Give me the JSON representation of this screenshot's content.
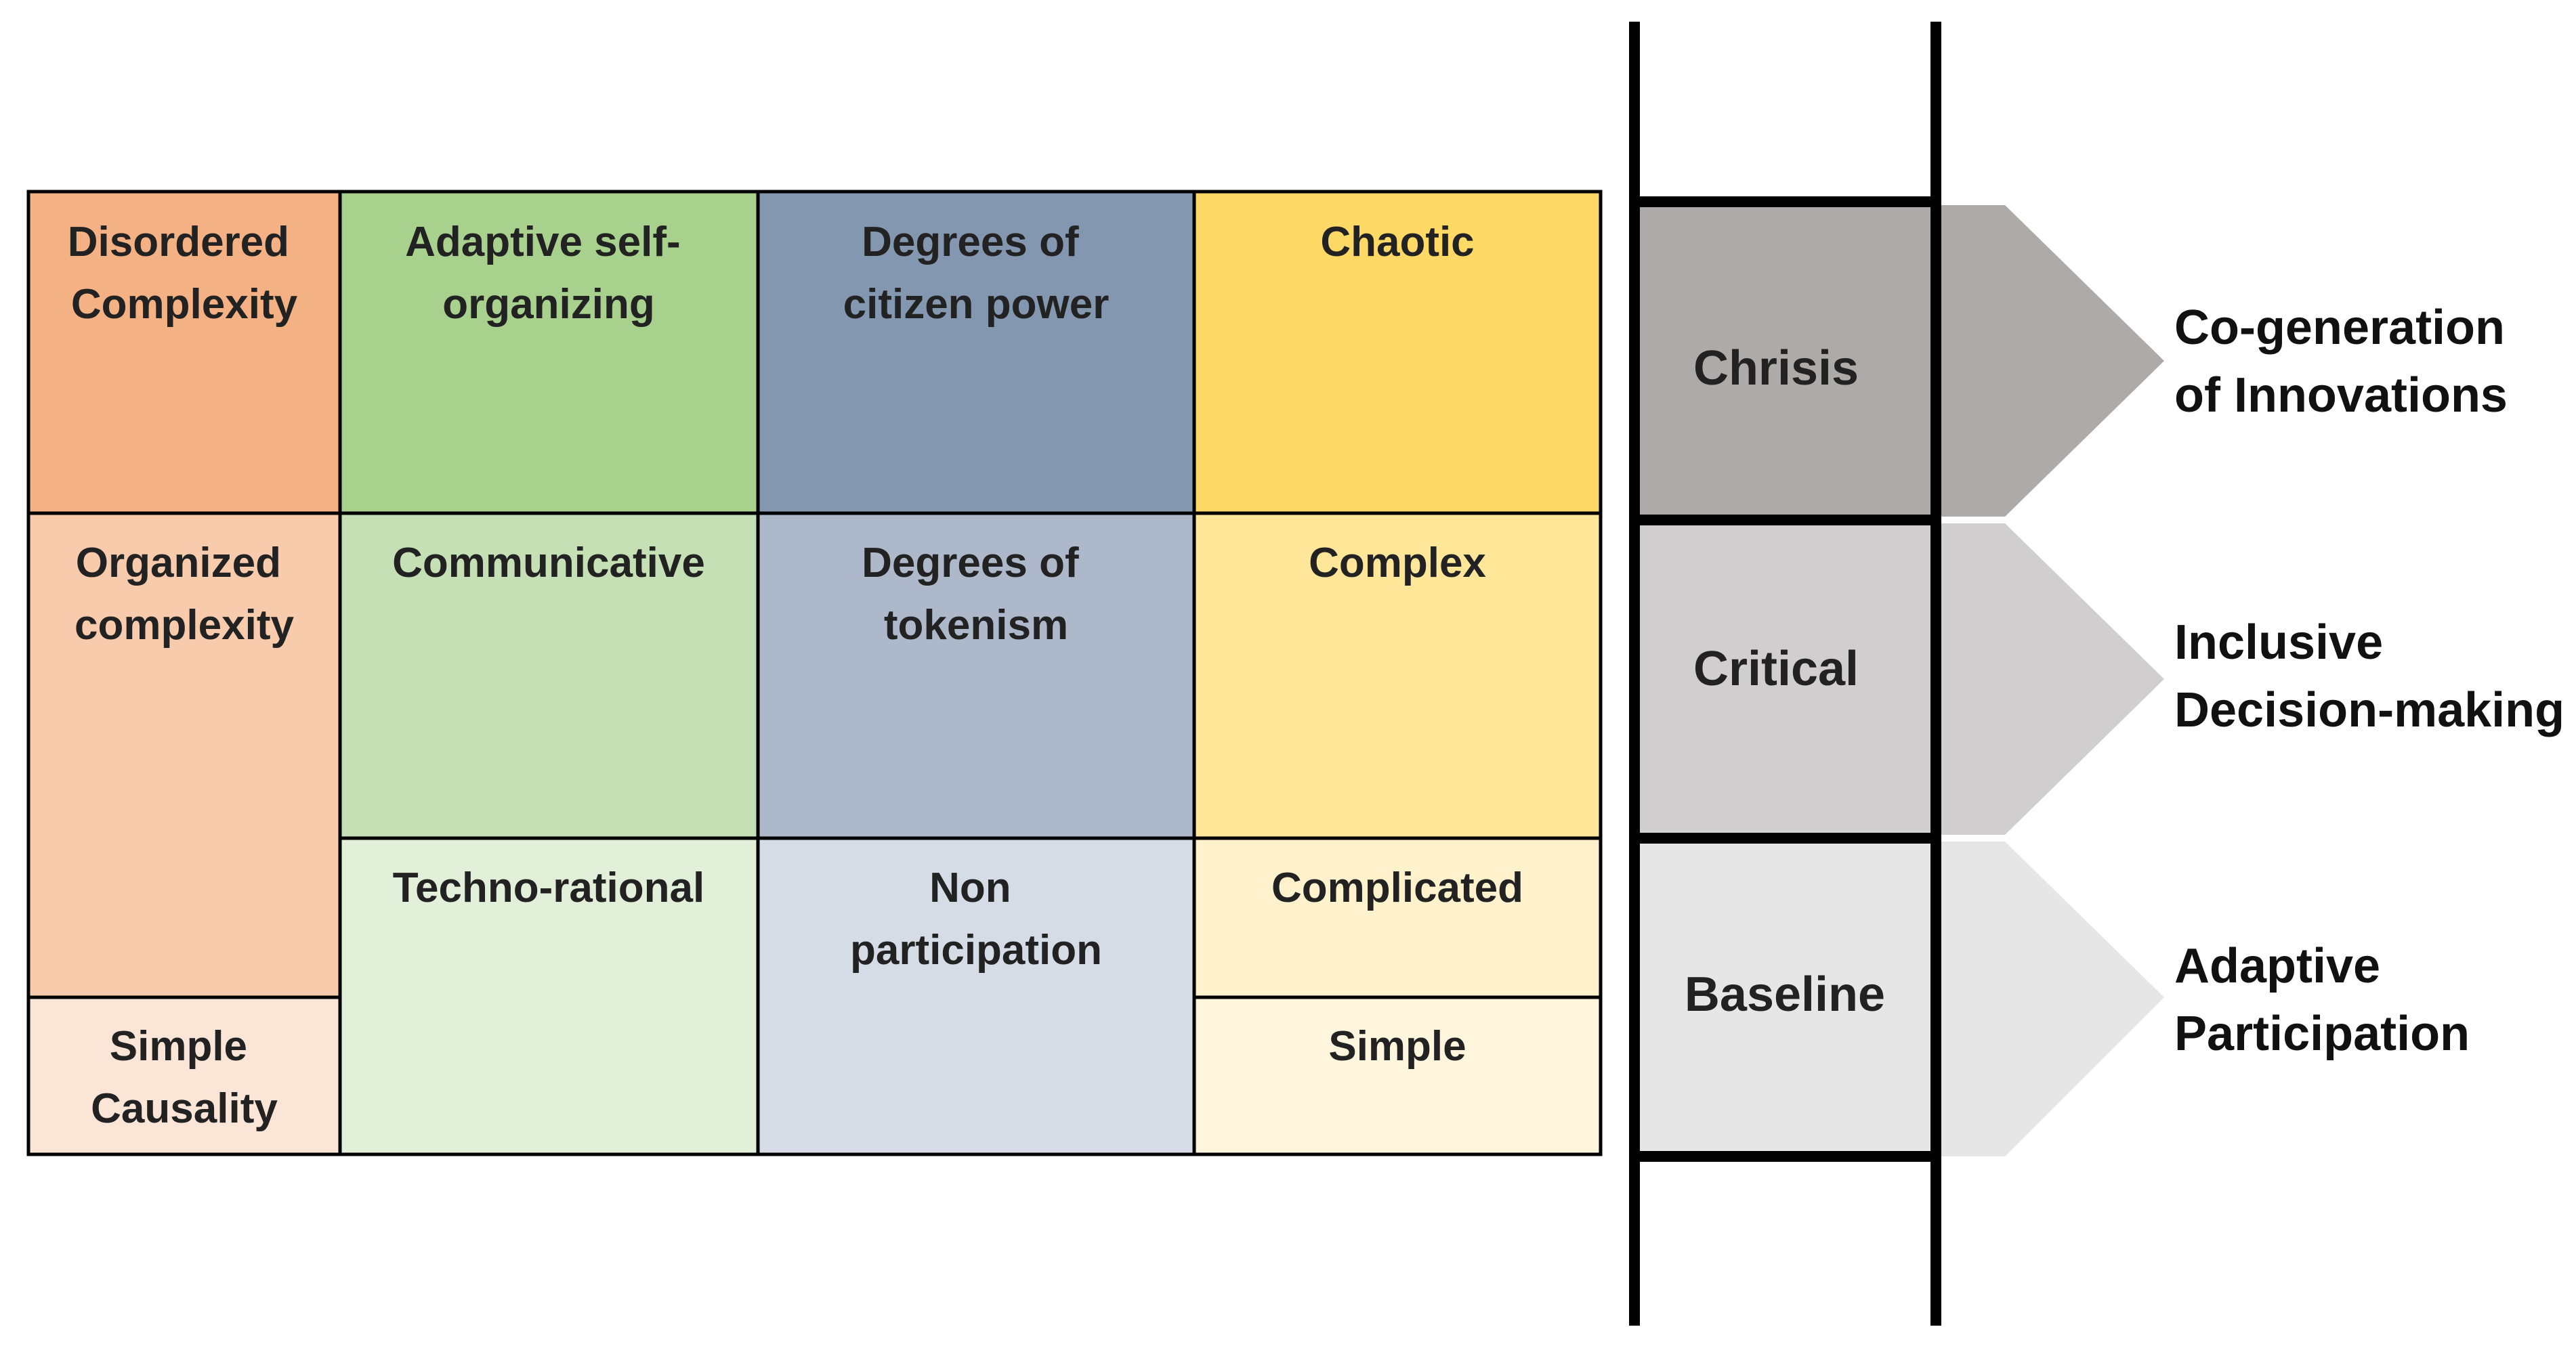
{
  "colors": {
    "orange_dark": "#F4B183",
    "orange_mid": "#F8CBAD",
    "orange_light": "#FBE5D6",
    "green_dark": "#A9D18E",
    "green_mid": "#C5E0B4",
    "green_light": "#E2F0D9",
    "blue_dark": "#8497B0",
    "blue_mid": "#ADB9CA",
    "blue_light": "#D6DCE5",
    "yellow_dark": "#FFD966",
    "yellow_mid": "#FFE699",
    "yellow_light": "#FFF2CC",
    "yellow_lightest": "#FFF6DD",
    "gray_dark": "#AEAAAA",
    "gray_mid": "#D0CECE",
    "gray_light": "#E7E6E6",
    "line": "#000000"
  },
  "grid": {
    "col1": {
      "disordered": [
        "Disordered",
        "Complexity"
      ],
      "organized": [
        "Organized",
        "complexity"
      ],
      "simple": [
        "Simple",
        "Causality"
      ]
    },
    "col2": {
      "adaptive": [
        "Adaptive self-",
        "organizing"
      ],
      "communicative": [
        "Communicative"
      ],
      "techno": [
        "Techno-rational"
      ]
    },
    "col3": {
      "power": [
        "Degrees of",
        "citizen power"
      ],
      "tokenism": [
        "Degrees of",
        "tokenism"
      ],
      "non": [
        "Non",
        "participation"
      ]
    },
    "col4": {
      "chaotic": [
        "Chaotic"
      ],
      "complex": [
        "Complex"
      ],
      "complicated": [
        "Complicated"
      ],
      "simple": [
        "Simple"
      ]
    }
  },
  "ladder": {
    "rungs": [
      "Chrisis",
      "Critical",
      "Baseline"
    ]
  },
  "outcomes": {
    "top": [
      "Co-generation",
      "of Innovations"
    ],
    "middle": [
      "Inclusive",
      "Decision-making"
    ],
    "bottom": [
      "Adaptive",
      "Participation"
    ]
  }
}
